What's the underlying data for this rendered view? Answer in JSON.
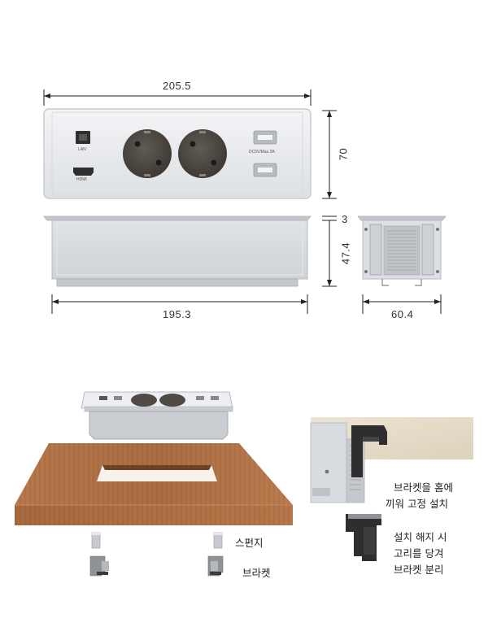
{
  "dimensions": {
    "top_width": "205.5",
    "height": "70",
    "flange": "3",
    "depth": "47.4",
    "body_width": "195.3",
    "side_width": "60.4"
  },
  "port_labels": {
    "lan": "LAN",
    "hdmi": "HDMI",
    "usb_spec": "DC5V/Max.3A"
  },
  "parts": {
    "sponge": "스펀지",
    "bracket": "브라켓"
  },
  "instructions": {
    "install": [
      "브라켓을 홈에",
      "끼워 고정 설치"
    ],
    "remove": [
      "설치 해지 시",
      "고리를 당겨",
      "브라켓 분리"
    ]
  },
  "colors": {
    "panel": "#e9ebee",
    "panel_edge": "#c9ccd1",
    "socket": "#4f4a45",
    "wood": "#a9683c",
    "bracket": "#2e2e2e"
  }
}
